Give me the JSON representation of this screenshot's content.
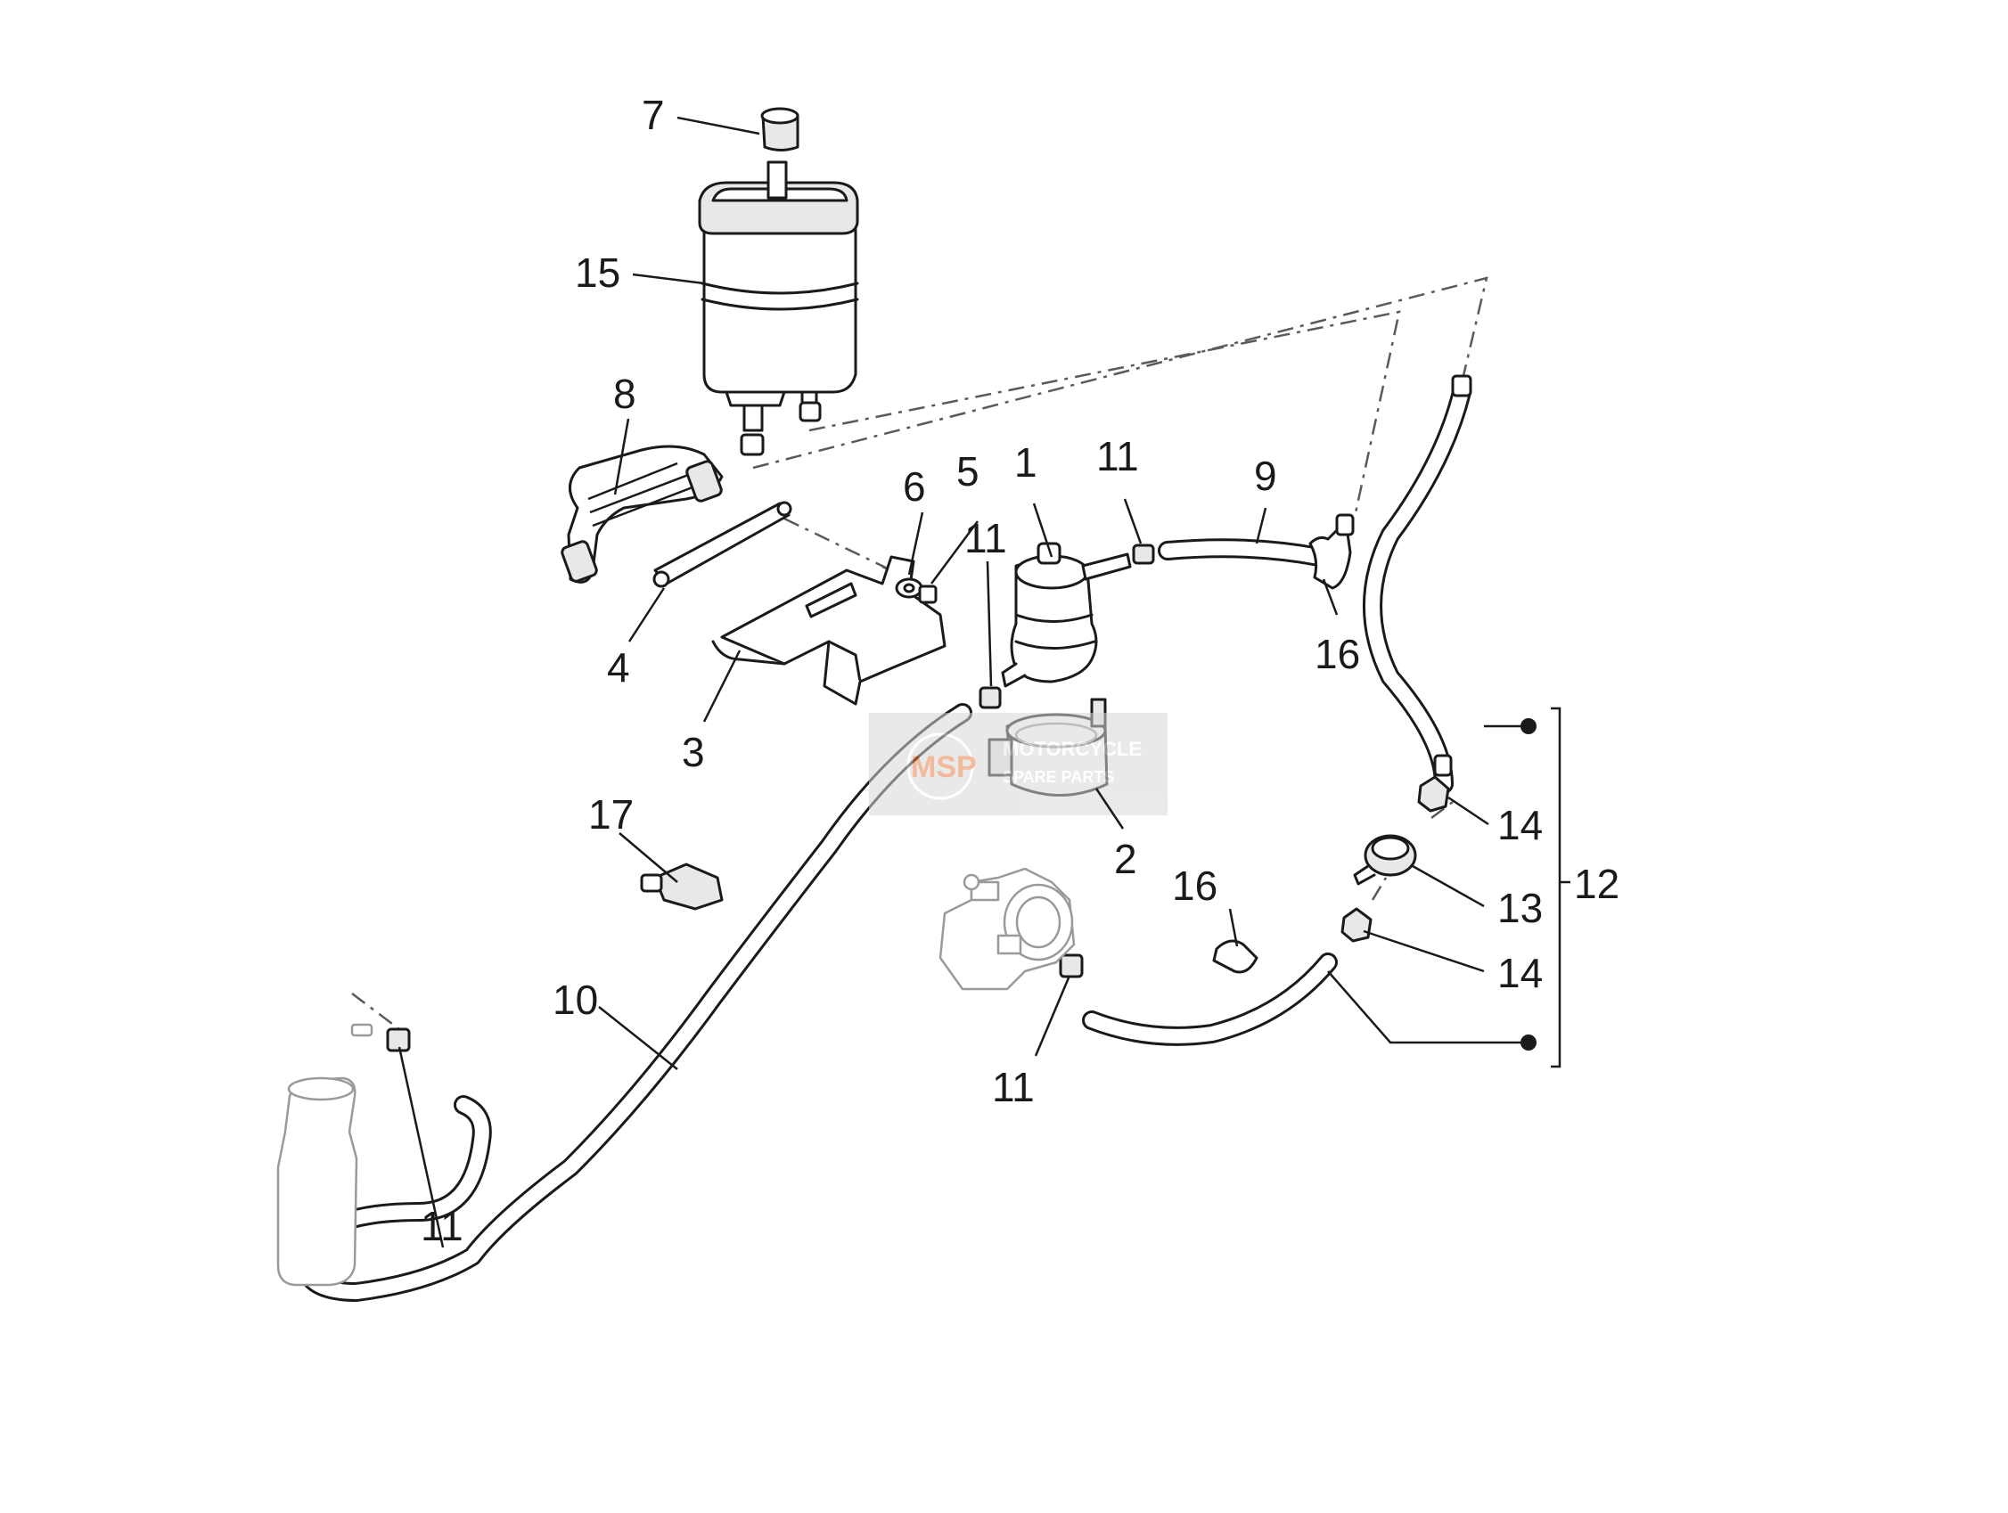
{
  "callouts": [
    {
      "id": "c7",
      "text": "7"
    },
    {
      "id": "c15",
      "text": "15"
    },
    {
      "id": "c8",
      "text": "8"
    },
    {
      "id": "c6",
      "text": "6"
    },
    {
      "id": "c5",
      "text": "5"
    },
    {
      "id": "c1",
      "text": "1"
    },
    {
      "id": "c11a",
      "text": "11"
    },
    {
      "id": "c9",
      "text": "9"
    },
    {
      "id": "c11b",
      "text": "11"
    },
    {
      "id": "c4",
      "text": "4"
    },
    {
      "id": "c16a",
      "text": "16"
    },
    {
      "id": "c3",
      "text": "3"
    },
    {
      "id": "c17",
      "text": "17"
    },
    {
      "id": "c2",
      "text": "2"
    },
    {
      "id": "c14a",
      "text": "14"
    },
    {
      "id": "c16b",
      "text": "16"
    },
    {
      "id": "c13",
      "text": "13"
    },
    {
      "id": "c12",
      "text": "12"
    },
    {
      "id": "c14b",
      "text": "14"
    },
    {
      "id": "c10",
      "text": "10"
    },
    {
      "id": "c11c",
      "text": "11"
    },
    {
      "id": "c11d",
      "text": "11"
    }
  ],
  "watermark": {
    "logo_text": "MSP",
    "line1": "MOTORCYCLE",
    "line2": "SPARE PARTS"
  },
  "colors": {
    "line": "#1a1a1a",
    "watermark_orange": "#e8804a",
    "watermark_gray": "#9a9a9a"
  }
}
